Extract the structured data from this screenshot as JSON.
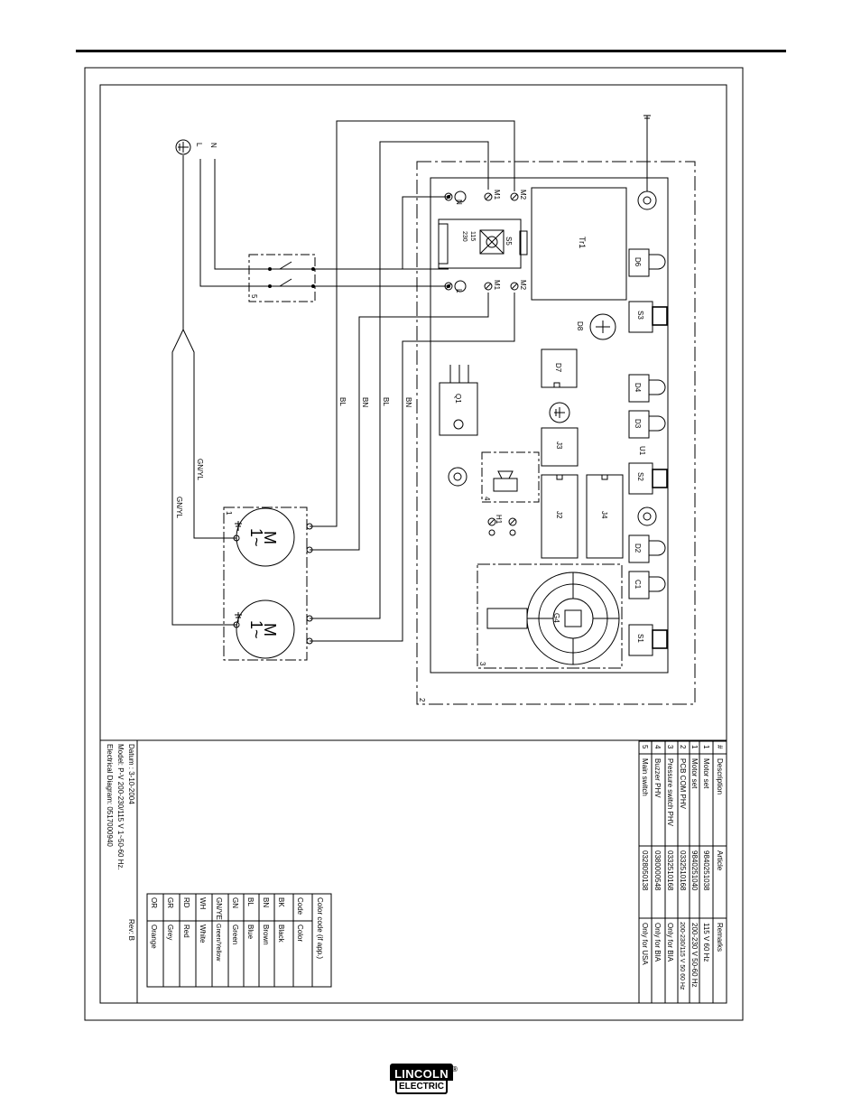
{
  "grid_labels": [
    "1",
    "2",
    "3",
    "4",
    "5"
  ],
  "terminals": {
    "n": "N",
    "l": "L",
    "m1": "M1",
    "m2": "M2"
  },
  "power": {
    "l": "L",
    "n": "N"
  },
  "switch_label": "5",
  "wire_labels": {
    "bl": "BL",
    "bn": "BN",
    "gnyl": "GN/YL"
  },
  "motor": {
    "m": "M",
    "phase": "1~"
  },
  "components": {
    "tr": "Tr1",
    "s5": "S5",
    "sel_230": "230",
    "sel_115": "115",
    "d6": "D6",
    "s3": "S3",
    "d8": "D8",
    "d7": "D7",
    "d4": "D4",
    "d3": "D3",
    "q1": "Q1",
    "j3": "J3",
    "u1": "U1",
    "s2": "S2",
    "h1": "H1",
    "j2": "J2",
    "j4": "J4",
    "d2": "D2",
    "c1": "C1",
    "g4": "G4",
    "s1": "S1"
  },
  "parts_table": {
    "headers": [
      "#",
      "Description",
      "Article",
      "Remarks"
    ],
    "rows": [
      [
        "1",
        "Motor set",
        "9840251038",
        "115 V 60 Hz"
      ],
      [
        "1",
        "Motor set",
        "9840251040",
        "200-230 V 50-60 Hz"
      ],
      [
        "2",
        "PCB COM PHV",
        "0332510168",
        "200-230/115 V 50 60 Hz"
      ],
      [
        "3",
        "Pressure switch PHV",
        "0332510168",
        "Only for BIA"
      ],
      [
        "4",
        "Buzzer PHV",
        "0380000548",
        "Only for BIA"
      ],
      [
        "5",
        "Main switch",
        "0328050138",
        "Only for USA"
      ]
    ]
  },
  "color_table": {
    "title": "Color code (if app.)",
    "headers": [
      "Code",
      "Color"
    ],
    "rows": [
      [
        "BK",
        "Black"
      ],
      [
        "BN",
        "Brown"
      ],
      [
        "BL",
        "Blue"
      ],
      [
        "GN",
        "Green"
      ],
      [
        "GN/YE",
        "Green/Yellow"
      ],
      [
        "WH",
        "White"
      ],
      [
        "RD",
        "Red"
      ],
      [
        "GR",
        "Grey"
      ],
      [
        "OR",
        "Orange"
      ]
    ]
  },
  "title_block": {
    "date": "Datum : 3-10-2004",
    "model": "Model: P-V 200-230/115 V 1~50-60 Hz.",
    "diagram": "Electrical Diagram: 0517000940",
    "rev": "Rev: B"
  },
  "logo": {
    "top": "LINCOLN",
    "bottom": "ELECTRIC",
    "reg": "®"
  }
}
